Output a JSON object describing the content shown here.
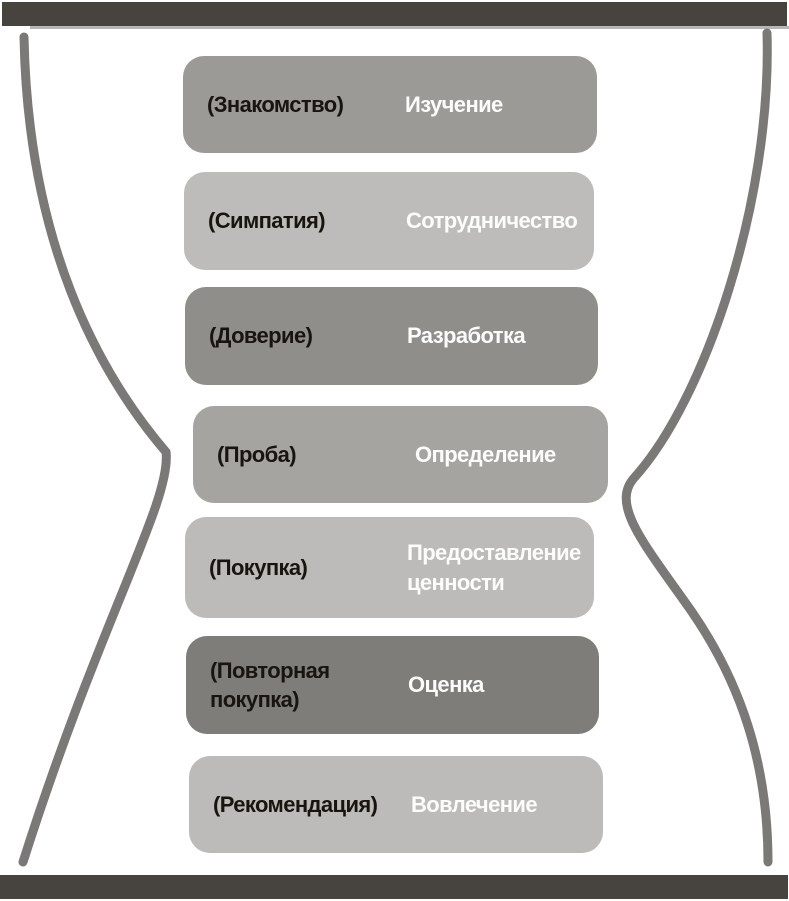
{
  "stages": [
    {
      "relationship": "(Знакомство)",
      "action": "Изучение",
      "bg": "#9b9a97"
    },
    {
      "relationship": "(Симпатия)",
      "action": "Сотрудничество",
      "bg": "#bdbcba"
    },
    {
      "relationship": "(Доверие)",
      "action": "Разработка",
      "bg": "#8f8e8b"
    },
    {
      "relationship": "(Проба)",
      "action": "Определение",
      "bg": "#a5a4a1"
    },
    {
      "relationship": "(Покупка)",
      "action": "Предоставление ценности",
      "bg": "#bcbbb9"
    },
    {
      "relationship": "(Повторная покупка)",
      "action": "Оценка",
      "bg": "#7e7d79"
    },
    {
      "relationship": "(Рекомендация)",
      "action": "Вовлечение",
      "bg": "#bcbbb9"
    }
  ],
  "colors": {
    "bar": "#474440",
    "bar_shadow_line": "#b7b7b5",
    "curve": "#7b7977",
    "relationship_text": "#181410",
    "action_text": "#fcfcfb",
    "background": "#ffffff"
  }
}
